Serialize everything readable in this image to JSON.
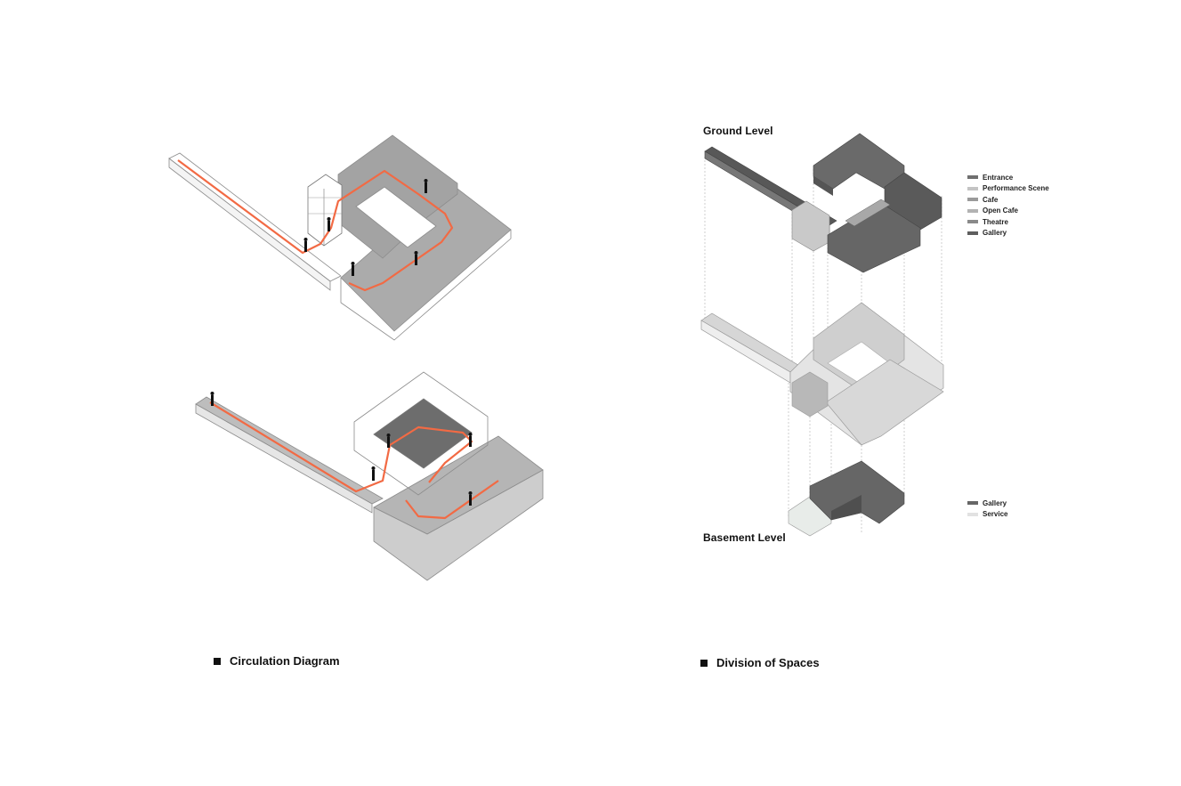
{
  "labels": {
    "ground_level": "Ground Level",
    "basement_level": "Basement Level"
  },
  "captions": {
    "circulation": "Circulation Diagram",
    "division": "Division of Spaces"
  },
  "legend_ground": [
    {
      "label": "Entrance",
      "color": "#6f6f6f"
    },
    {
      "label": "Performance Scene",
      "color": "#c4c4c4"
    },
    {
      "label": "Cafe",
      "color": "#9a9a9a"
    },
    {
      "label": "Open Cafe",
      "color": "#b2b2b2"
    },
    {
      "label": "Theatre",
      "color": "#8a8a8a"
    },
    {
      "label": "Gallery",
      "color": "#5e5e5e"
    }
  ],
  "legend_basement": [
    {
      "label": "Gallery",
      "color": "#666666"
    },
    {
      "label": "Service",
      "color": "#e2e2e2"
    }
  ],
  "colors": {
    "circulation_path": "#f26a44",
    "dark_volume": "#6b6b6b",
    "mid_volume": "#a6a6a6",
    "light_volume": "#e0e0e0",
    "outline": "#8c8c8c"
  }
}
